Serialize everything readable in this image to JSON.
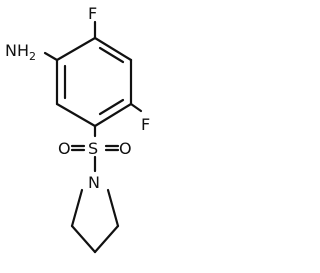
{
  "structure": {
    "atoms": {
      "amine": "NH",
      "amine_subscript": "2",
      "fluorine_top": "F",
      "fluorine_right": "F",
      "sulfur": "S",
      "oxygen_left": "O",
      "oxygen_right": "O",
      "nitrogen_ring": "N"
    }
  }
}
